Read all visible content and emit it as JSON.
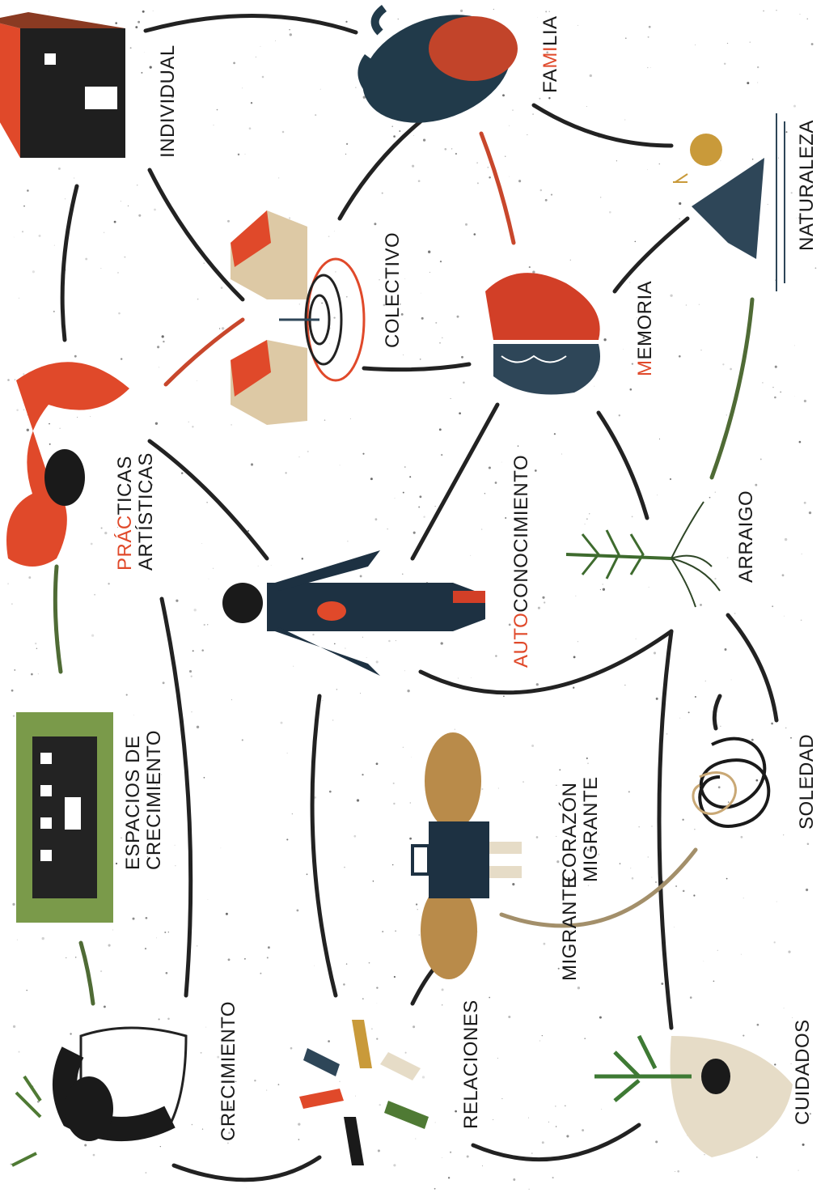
{
  "nodes": {
    "individual": "INDIVIDUAL",
    "familia": {
      "a": "FA",
      "b": "MI",
      "c": "LIA"
    },
    "naturaleza": "NATURALEZA",
    "colectivo": "COLECTIVO",
    "memoria": {
      "accent": "M",
      "rest": "EMORIA"
    },
    "practicas": {
      "line1_accent": "PRÁC",
      "line1_rest": "TICAS",
      "line2": "ARTÍSTICAS"
    },
    "autoconocimiento": {
      "accent": "AUTO",
      "rest": "CONOCIMIENTO"
    },
    "arraigo": "ARRAIGO",
    "espacios": {
      "line1": "ESPACIOS DE",
      "line2": "CRECIMIENTO"
    },
    "corazon": {
      "line1": "CORAZÓN",
      "line2": "MIGRANTE"
    },
    "migrante": "MIGRANTE",
    "soledad": "SOLEDAD",
    "crecimiento": "CRECIMIENTO",
    "relaciones": "RELACIONES",
    "cuidados": "CUIDADOS"
  },
  "colors": {
    "accent": "#e0492a",
    "ink": "#1a1a1a",
    "navy": "#2e4658",
    "tan": "#d9c6a6",
    "green": "#4f7a34",
    "mustard": "#c99a3a"
  }
}
